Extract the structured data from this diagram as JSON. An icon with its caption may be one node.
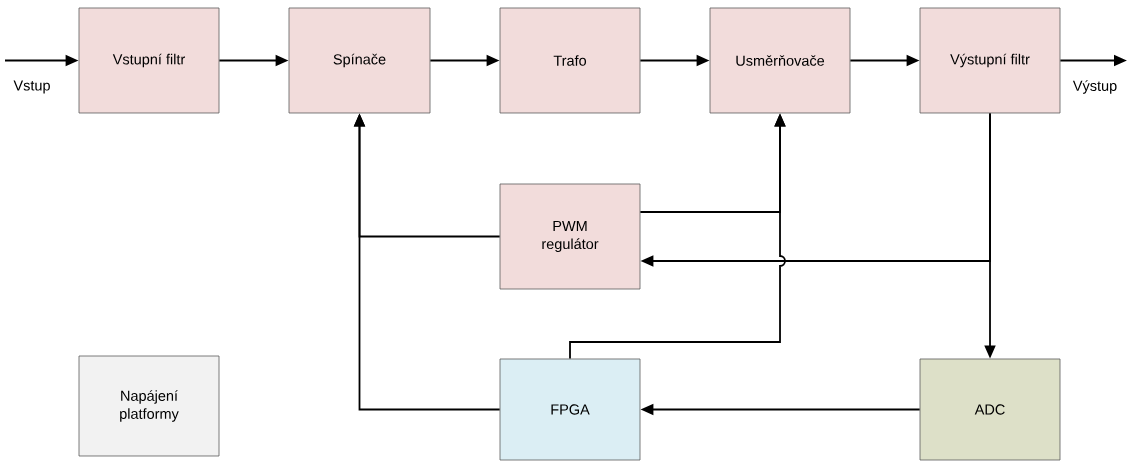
{
  "diagram": {
    "nodes": [
      {
        "text": [
          "Vstupní filtr"
        ]
      },
      {
        "text": [
          "Spínače"
        ]
      },
      {
        "text": [
          "Trafo"
        ]
      },
      {
        "text": [
          "Usměrňovače"
        ]
      },
      {
        "text": [
          "Výstupní filtr"
        ]
      },
      {
        "text": [
          "PWM regulátor"
        ]
      },
      {
        "text": [
          "Napájení platformy"
        ]
      },
      {
        "text": [
          "FPGA"
        ]
      },
      {
        "text": [
          "ADC"
        ]
      }
    ],
    "edges": [
      {
        "from": null,
        "to": 0,
        "arrow": "to",
        "label": "Vstup"
      },
      {
        "from": 0,
        "to": 1,
        "arrow": "to"
      },
      {
        "from": 1,
        "to": 2,
        "arrow": "to"
      },
      {
        "from": 2,
        "to": 3,
        "arrow": "to"
      },
      {
        "from": 3,
        "to": 4,
        "arrow": "to"
      },
      {
        "from": 4,
        "to": null,
        "arrow": "to",
        "label": "Výstup"
      },
      {
        "from": 5,
        "to": 1,
        "arrow": "to"
      },
      {
        "from": 7,
        "to": 1,
        "arrow": "to"
      },
      {
        "from": 5,
        "to": 3,
        "arrow": "to"
      },
      {
        "from": 7,
        "to": 3,
        "arrow": "to"
      },
      {
        "from": 4,
        "to": 5,
        "arrow": "to"
      },
      {
        "from": 4,
        "to": 8,
        "arrow": "to"
      },
      {
        "from": 8,
        "to": 7,
        "arrow": "to"
      }
    ]
  }
}
